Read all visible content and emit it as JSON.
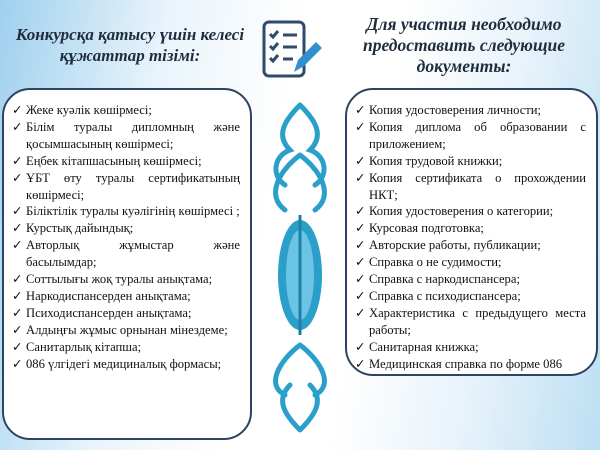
{
  "left": {
    "heading": "Конкурсқа қатысу үшін келесі құжаттар тізімі:",
    "items": [
      "Жеке куәлік көшірмесі;",
      "Білім туралы дипломның және қосымшасының көшірмесі;",
      "Еңбек кітапшасының көшірмесі;",
      "ҰБТ өту туралы сертификатының көшірмесі;",
      "Біліктілік туралы куәлігінің көшірмесі ;",
      "Курстық дайындық;",
      "Авторлық жұмыстар және басылымдар;",
      "Соттылығы жоқ туралы анықтама;",
      "Наркодиспансерден анықтама;",
      "Психодиспансерден анықтама;",
      "Алдыңғы жұмыс орнынан мінездеме;",
      "Санитарлық кітапша;",
      "086 үлгідегі медициналық формасы;"
    ]
  },
  "right": {
    "heading": "Для участия необходимо предоставить следующие документы:",
    "items": [
      "Копия удостоверения личности;",
      "Копия диплома об образовании с приложением;",
      "Копия трудовой книжки;",
      "Копия сертификата о прохождении НКТ;",
      "Копия удостоверения о категории;",
      "Курсовая подготовка;",
      "Авторские работы, публикации;",
      "Справка о не судимости;",
      "Справка с наркодиспансера;",
      "Справка с психодиспансера;",
      "Характеристика с предыдущего места работы;",
      "Санитарная книжка;",
      "Медицинская справка по форме 086"
    ]
  },
  "check_glyph": "✓",
  "colors": {
    "ornament": "#2a9fc9",
    "border": "#2e4362",
    "icon": "#2f4a6a"
  }
}
